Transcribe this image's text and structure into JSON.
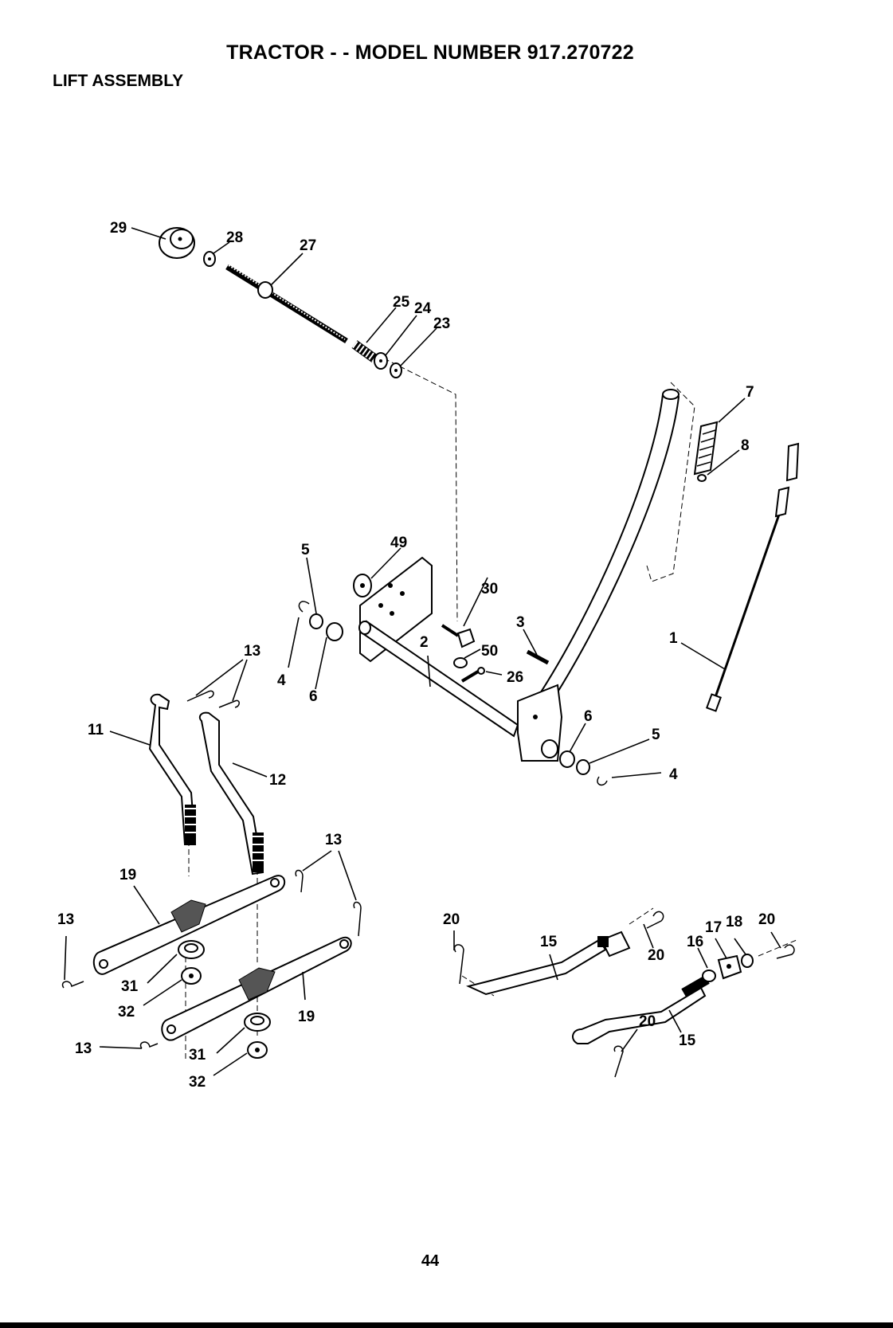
{
  "header": {
    "title": "TRACTOR - - MODEL NUMBER 917.270722",
    "subtitle": "LIFT ASSEMBLY"
  },
  "footer": {
    "page_number": "44"
  },
  "callouts": [
    {
      "id": "c29",
      "label": "29"
    },
    {
      "id": "c28",
      "label": "28"
    },
    {
      "id": "c27",
      "label": "27"
    },
    {
      "id": "c25",
      "label": "25"
    },
    {
      "id": "c24",
      "label": "24"
    },
    {
      "id": "c23",
      "label": "23"
    },
    {
      "id": "c7",
      "label": "7"
    },
    {
      "id": "c8",
      "label": "8"
    },
    {
      "id": "c49",
      "label": "49"
    },
    {
      "id": "c5a",
      "label": "5"
    },
    {
      "id": "c30",
      "label": "30"
    },
    {
      "id": "c3",
      "label": "3"
    },
    {
      "id": "c1",
      "label": "1"
    },
    {
      "id": "c13a",
      "label": "13"
    },
    {
      "id": "c4a",
      "label": "4"
    },
    {
      "id": "c6a",
      "label": "6"
    },
    {
      "id": "c2",
      "label": "2"
    },
    {
      "id": "c50",
      "label": "50"
    },
    {
      "id": "c26",
      "label": "26"
    },
    {
      "id": "c6b",
      "label": "6"
    },
    {
      "id": "c5b",
      "label": "5"
    },
    {
      "id": "c4b",
      "label": "4"
    },
    {
      "id": "c11",
      "label": "11"
    },
    {
      "id": "c12",
      "label": "12"
    },
    {
      "id": "c13b",
      "label": "13"
    },
    {
      "id": "c19a",
      "label": "19"
    },
    {
      "id": "c13c",
      "label": "13"
    },
    {
      "id": "c31a",
      "label": "31"
    },
    {
      "id": "c32a",
      "label": "32"
    },
    {
      "id": "c19b",
      "label": "19"
    },
    {
      "id": "c13d",
      "label": "13"
    },
    {
      "id": "c31b",
      "label": "31"
    },
    {
      "id": "c32b",
      "label": "32"
    },
    {
      "id": "c20a",
      "label": "20"
    },
    {
      "id": "c15a",
      "label": "15"
    },
    {
      "id": "c20b",
      "label": "20"
    },
    {
      "id": "c16",
      "label": "16"
    },
    {
      "id": "c17",
      "label": "17"
    },
    {
      "id": "c18",
      "label": "18"
    },
    {
      "id": "c20c",
      "label": "20"
    },
    {
      "id": "c20d",
      "label": "20"
    },
    {
      "id": "c15b",
      "label": "15"
    }
  ]
}
